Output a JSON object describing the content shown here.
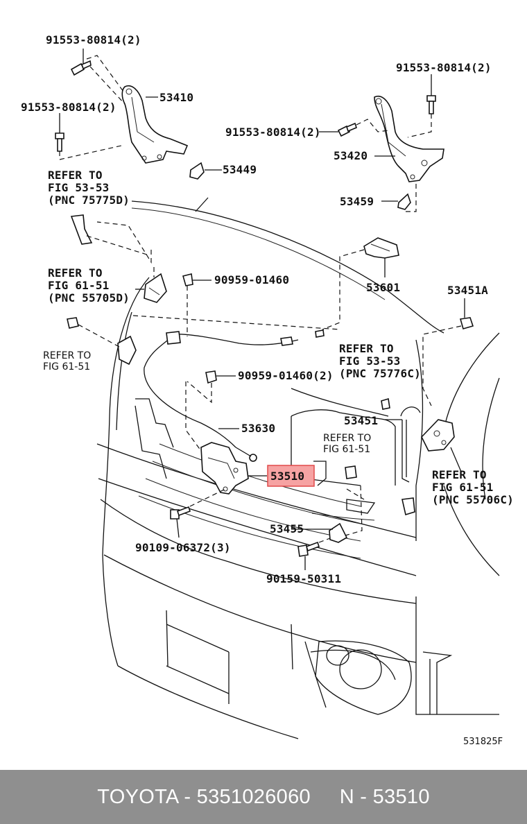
{
  "diagram": {
    "labels": {
      "bolt_91553_a": "91553-80814(2)",
      "bolt_91553_b": "91553-80814(2)",
      "bolt_91553_c": "91553-80814(2)",
      "bolt_91553_d": "91553-80814(2)",
      "hinge_lh": "53410",
      "hinge_rh": "53420",
      "part_53449": "53449",
      "part_53459": "53459",
      "part_53601": "53601",
      "part_53451A": "53451A",
      "clip_90959_a": "90959-01460",
      "clip_90959_b": "90959-01460(2)",
      "cable_53630": "53630",
      "rod_53451": "53451",
      "lock_53510": "53510",
      "part_53455": "53455",
      "bolt_90109": "90109-06372(3)",
      "bolt_90159": "90159-50311",
      "figure_code": "531825F"
    },
    "refer_notes": {
      "r1": [
        "REFER TO",
        "FIG 53-53",
        "(PNC 75775D)"
      ],
      "r2": [
        "REFER TO",
        "FIG 61-51",
        "(PNC 55705D)"
      ],
      "r3": [
        "REFER TO",
        "FIG  61-51"
      ],
      "r4": [
        "REFER TO",
        "FIG 53-53",
        "(PNC 75776C)"
      ],
      "r5": [
        "REFER TO",
        "FIG   61-51"
      ],
      "r6": [
        "REFER TO",
        "FIG 61-51",
        "(PNC 55706C)"
      ]
    },
    "highlight_color": "#f6a3a3"
  },
  "footer": {
    "text": "TOYOTA - 5351026060     N - 53510",
    "background": "#8f8f8f"
  }
}
